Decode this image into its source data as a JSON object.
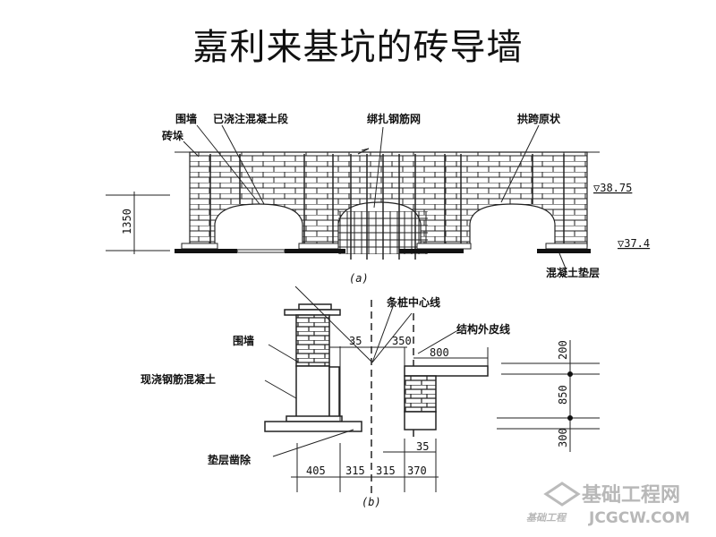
{
  "title": "嘉利来基坑的砖导墙",
  "figure_a": {
    "labels": {
      "wall": "围墙",
      "poured_section": "已浇注混凝土段",
      "brick_pier": "砖垛",
      "rebar_mesh": "绑扎钢筋网",
      "arch_span": "拱跨原状",
      "elev_top": "▽38.75",
      "elev_bottom": "▽37.4",
      "height_dim": "1350",
      "concrete_bed": "混凝土垫层",
      "caption": "(a)"
    }
  },
  "figure_b": {
    "labels": {
      "pile_centerline": "条桩中心线",
      "structure_outline": "结构外皮线",
      "wall": "围墙",
      "cast_concrete": "现浇钢筋混凝土",
      "bedding_removed": "垫层凿除",
      "caption": "(b)"
    },
    "dims": {
      "d35_top": "35",
      "d350": "350",
      "d800": "800",
      "d35_bottom": "35",
      "bottom": [
        "405",
        "315",
        "315",
        "370"
      ],
      "right": [
        "200",
        "850",
        "300"
      ]
    }
  },
  "watermark": {
    "site_name": "基础工程网",
    "domain": "JCGCW.COM",
    "handwriting": "基础工程"
  }
}
